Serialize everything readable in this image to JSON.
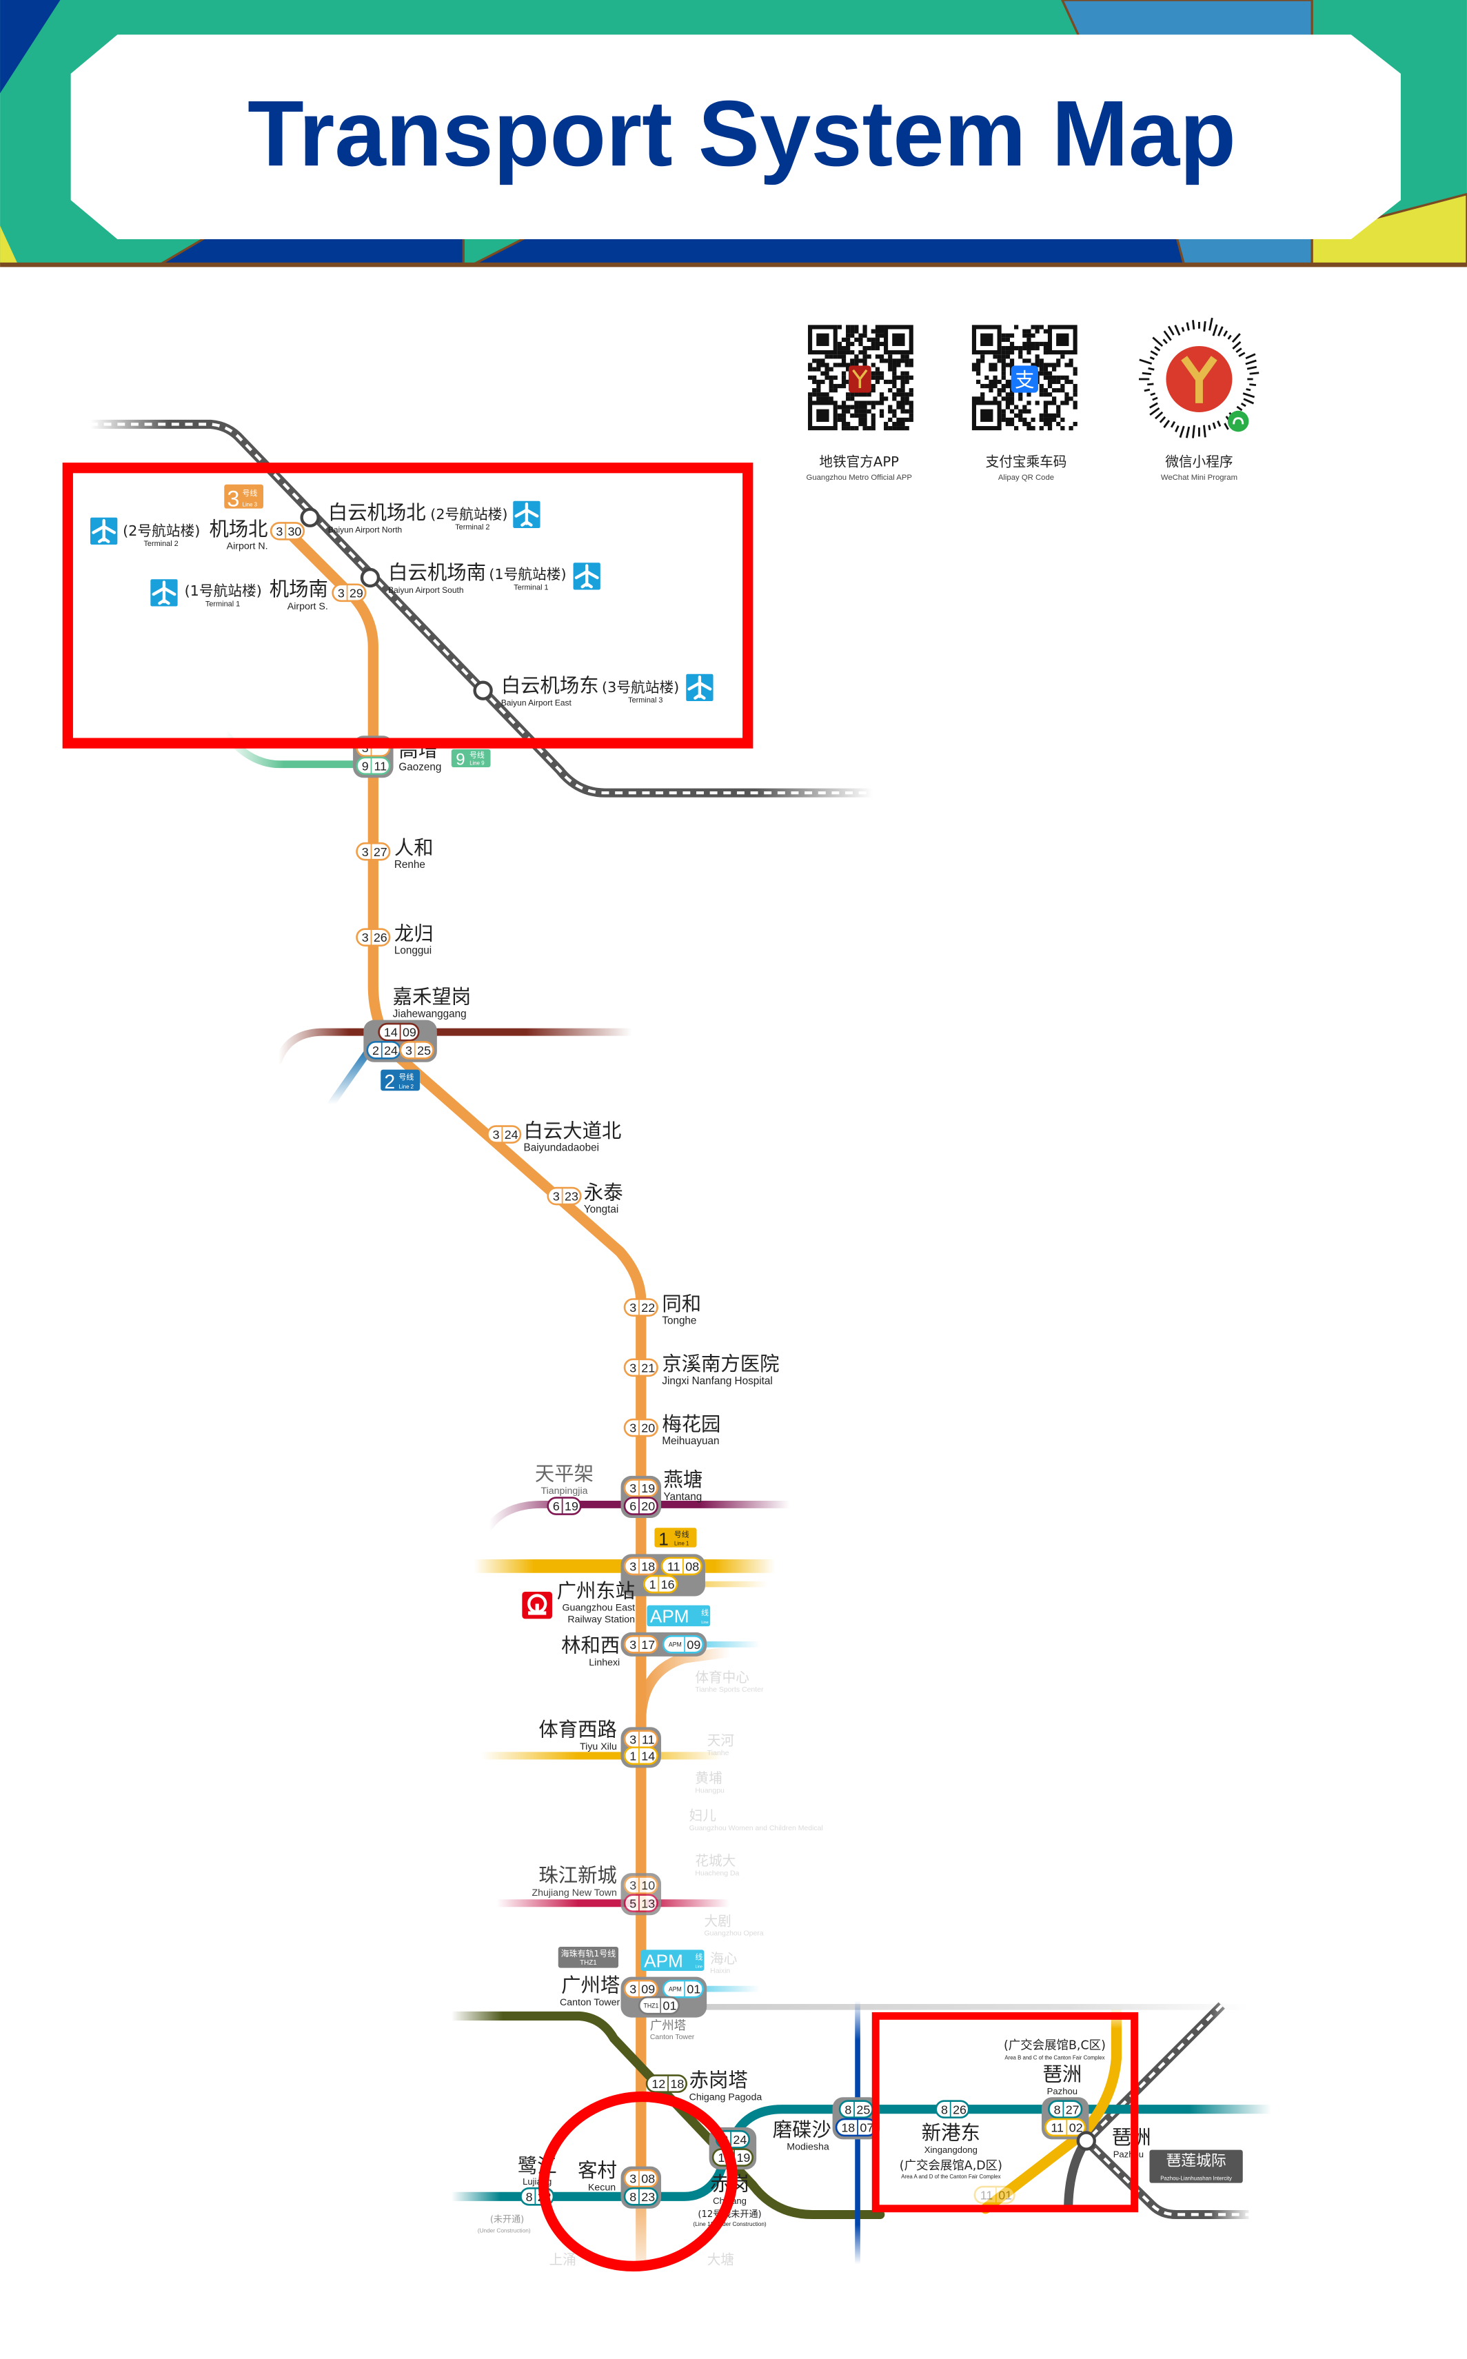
{
  "header": {
    "title": "Transport System Map"
  },
  "colors": {
    "title": "#00358f",
    "header_green": "#22b38c",
    "header_darkblue": "#003893",
    "header_lightblue": "#388dc3",
    "header_yellow": "#e4e23e",
    "header_brown": "#7a4a22",
    "annotation_red": "#ff0000",
    "airport_icon": "#1aa1dc",
    "railway_icon": "#e60012"
  },
  "qr_codes": [
    {
      "label_cn": "地铁官方APP",
      "label_en": "Guangzhou Metro Official APP",
      "icon": "metro-logo-icon"
    },
    {
      "label_cn": "支付宝乘车码",
      "label_en": "Alipay QR Code",
      "icon": "alipay-icon",
      "icon_text": "支"
    },
    {
      "label_cn": "微信小程序",
      "label_en": "WeChat Mini Program",
      "icon": "wechat-mini-program-icon"
    }
  ],
  "line_colors": {
    "3": "#ef9d47",
    "9": "#5ec394",
    "14": "#7d2a1f",
    "2": "#1a74b3",
    "6": "#7f1753",
    "1": "#f1b500",
    "11": "#f1b500",
    "APM": "#3ec6e9",
    "5": "#c81b4d",
    "THZ1": "#7a7a7a",
    "12": "#4f5a1c",
    "8": "#00838c",
    "18": "#0046ad",
    "intercity": "#555555"
  },
  "line_tags": [
    {
      "line": "3",
      "num": "3",
      "cn": "号线",
      "en": "Line 3"
    },
    {
      "line": "9",
      "num": "9",
      "cn": "号线",
      "en": "Line 9"
    },
    {
      "line": "2",
      "num": "2",
      "cn": "号线",
      "en": "Line 2"
    },
    {
      "line": "1",
      "num": "1",
      "cn": "号线",
      "en": "Line 1"
    },
    {
      "line": "APM",
      "num": "APM",
      "cn": "线",
      "en": "Line"
    },
    {
      "line": "APM",
      "num": "APM",
      "cn": "线",
      "en": "Line"
    },
    {
      "line": "THZ1",
      "num": "",
      "cn": "海珠有轨1号线",
      "en": "THZ1"
    },
    {
      "line": "intercity",
      "num": "",
      "cn": "琶莲城际",
      "en": "Pazhou-Lianhuashan Intercity"
    }
  ],
  "stations": [
    {
      "cn": "机场北",
      "en": "Airport N.",
      "note_cn": "(2号航站楼)",
      "note_en": "Terminal 2",
      "badges": [
        {
          "line": "3",
          "num": "30"
        }
      ]
    },
    {
      "cn": "白云机场北",
      "en": "Baiyun Airport North",
      "note_cn": "(2号航站楼)",
      "note_en": "Terminal 2",
      "badges": []
    },
    {
      "cn": "机场南",
      "en": "Airport S.",
      "note_cn": "(1号航站楼)",
      "note_en": "Terminal 1",
      "badges": [
        {
          "line": "3",
          "num": "29"
        }
      ]
    },
    {
      "cn": "白云机场南",
      "en": "Baiyun Airport South",
      "note_cn": "(1号航站楼)",
      "note_en": "Terminal 1",
      "badges": []
    },
    {
      "cn": "白云机场东",
      "en": "Baiyun Airport East",
      "note_cn": "(3号航站楼)",
      "note_en": "Terminal 3",
      "badges": []
    },
    {
      "cn": "高增",
      "en": "Gaozeng",
      "badges": [
        {
          "line": "3",
          "num": ""
        },
        {
          "line": "9",
          "num": "11"
        }
      ]
    },
    {
      "cn": "人和",
      "en": "Renhe",
      "badges": [
        {
          "line": "3",
          "num": "27"
        }
      ]
    },
    {
      "cn": "龙归",
      "en": "Longgui",
      "badges": [
        {
          "line": "3",
          "num": "26"
        }
      ]
    },
    {
      "cn": "嘉禾望岗",
      "en": "Jiahewanggang",
      "badges": [
        {
          "line": "14",
          "num": "09"
        },
        {
          "line": "2",
          "num": "24"
        },
        {
          "line": "3",
          "num": "25"
        }
      ]
    },
    {
      "cn": "白云大道北",
      "en": "Baiyundadaobei",
      "badges": [
        {
          "line": "3",
          "num": "24"
        }
      ]
    },
    {
      "cn": "永泰",
      "en": "Yongtai",
      "badges": [
        {
          "line": "3",
          "num": "23"
        }
      ]
    },
    {
      "cn": "同和",
      "en": "Tonghe",
      "badges": [
        {
          "line": "3",
          "num": "22"
        }
      ]
    },
    {
      "cn": "京溪南方医院",
      "en": "Jingxi Nanfang Hospital",
      "badges": [
        {
          "line": "3",
          "num": "21"
        }
      ]
    },
    {
      "cn": "梅花园",
      "en": "Meihuayuan",
      "badges": [
        {
          "line": "3",
          "num": "20"
        }
      ]
    },
    {
      "cn": "燕塘",
      "en": "Yantang",
      "badges": [
        {
          "line": "3",
          "num": "19"
        },
        {
          "line": "6",
          "num": "20"
        }
      ]
    },
    {
      "cn": "天平架",
      "en": "Tianpingjia",
      "badges": [
        {
          "line": "6",
          "num": "19"
        }
      ]
    },
    {
      "cn": "广州东站",
      "en": "Guangzhou East",
      "en2": "Railway Station",
      "badges": [
        {
          "line": "3",
          "num": "18"
        },
        {
          "line": "11",
          "num": "08"
        },
        {
          "line": "1",
          "num": "16"
        }
      ]
    },
    {
      "cn": "林和西",
      "en": "Linhexi",
      "badges": [
        {
          "line": "3",
          "num": "17"
        },
        {
          "line": "APM",
          "num": "09"
        }
      ]
    },
    {
      "cn": "体育西路",
      "en": "Tiyu Xilu",
      "badges": [
        {
          "line": "3",
          "num": "11"
        },
        {
          "line": "1",
          "num": "14"
        }
      ]
    },
    {
      "cn": "珠江新城",
      "en": "Zhujiang New Town",
      "badges": [
        {
          "line": "3",
          "num": "10"
        },
        {
          "line": "5",
          "num": "13"
        }
      ]
    },
    {
      "cn": "广州塔",
      "en": "Canton Tower",
      "badges": [
        {
          "line": "3",
          "num": "09"
        },
        {
          "line": "APM",
          "num": "01"
        },
        {
          "line": "THZ1",
          "num": "01"
        }
      ]
    },
    {
      "cn": "广州塔",
      "en": "Canton Tower",
      "badges": []
    },
    {
      "cn": "赤岗塔",
      "en": "Chigang Pagoda",
      "badges": [
        {
          "line": "12",
          "num": "18"
        }
      ]
    },
    {
      "cn": "磨碟沙",
      "en": "Modiesha",
      "badges": [
        {
          "line": "8",
          "num": "25"
        },
        {
          "line": "18",
          "num": "07"
        }
      ]
    },
    {
      "cn": "赤岗",
      "en": "Chigang",
      "note_cn": "(12号线未开通)",
      "note_en": "(Line 12 Under Construction)",
      "badges": [
        {
          "line": "8",
          "num": "24"
        },
        {
          "line": "12",
          "num": "19"
        }
      ]
    },
    {
      "cn": "客村",
      "en": "Kecun",
      "badges": [
        {
          "line": "3",
          "num": "08"
        },
        {
          "line": "8",
          "num": "23"
        }
      ]
    },
    {
      "cn": "鹭江",
      "en": "Lujiang",
      "note_cn": "(未开通)",
      "note_en": "(Under Construction)",
      "badges": [
        {
          "line": "8",
          "num": "22"
        }
      ]
    },
    {
      "cn": "新港东",
      "en": "Xingangdong",
      "note_cn": "(广交会展馆A,D区)",
      "note_en": "Area A and D of the Canton Fair Complex",
      "badges": [
        {
          "line": "8",
          "num": "26"
        }
      ]
    },
    {
      "cn": "琶洲",
      "en": "Pazhou",
      "note_cn": "(广交会展馆B,C区)",
      "note_en": "Area B and C of the Canton Fair Complex",
      "badges": [
        {
          "line": "8",
          "num": "27"
        },
        {
          "line": "11",
          "num": "02"
        }
      ]
    },
    {
      "cn": "琶洲",
      "en": "Pazhou",
      "badges": []
    },
    {
      "cn": "",
      "en": "",
      "badges": [
        {
          "line": "11",
          "num": "01"
        }
      ]
    }
  ],
  "faded_labels": [
    {
      "cn": "体育中心",
      "en": "Tianhe Sports Center"
    },
    {
      "cn": "天河",
      "en": "Tianhe"
    },
    {
      "cn": "黄埔",
      "en": "Huangpu"
    },
    {
      "cn": "妇儿",
      "en": "Guangzhou Women and Children Medical"
    },
    {
      "cn": "花城大",
      "en": "Huacheng Da"
    },
    {
      "cn": "大剧",
      "en": "Guangzhou Opera"
    },
    {
      "cn": "海心",
      "en": "Haixin"
    },
    {
      "cn": "上涌",
      "en": ""
    },
    {
      "cn": "大塘",
      "en": ""
    }
  ]
}
